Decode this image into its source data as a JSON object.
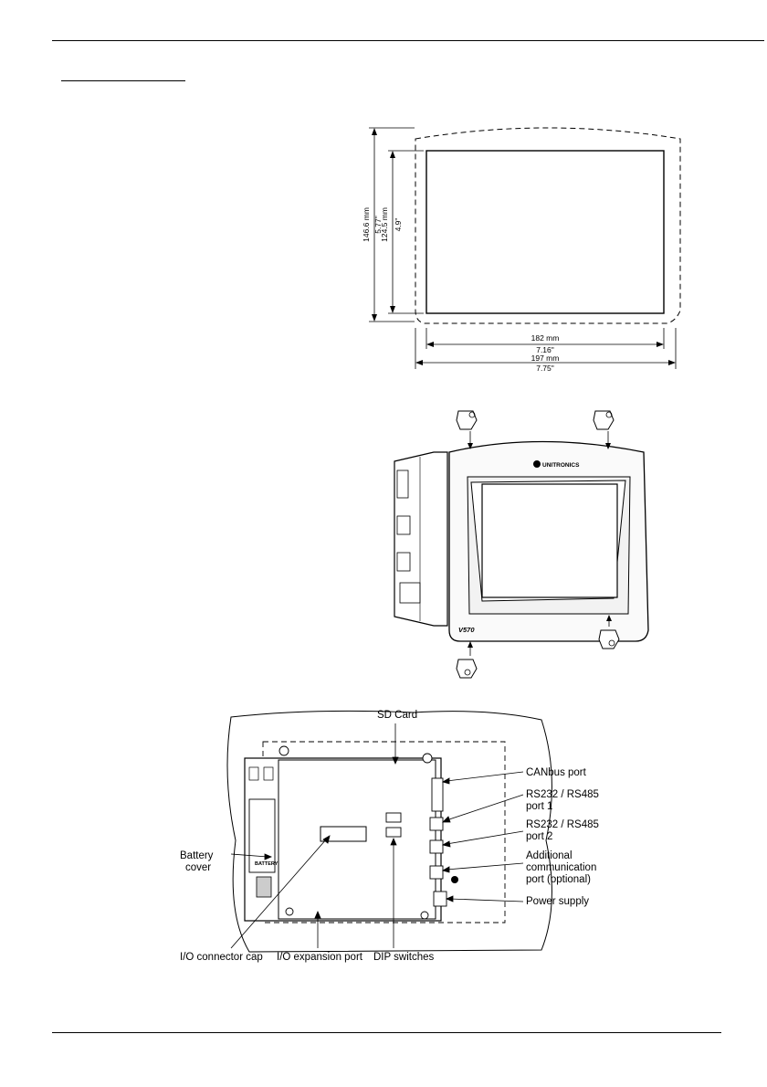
{
  "figure_dimensions": {
    "height_outer_mm": "146.6 mm",
    "height_outer_in": "5.77\"",
    "height_inner_mm": "124.5 mm",
    "height_inner_in": "4.9\"",
    "width_inner_mm": "182 mm",
    "width_inner_in": "7.16\"",
    "width_outer_mm": "197 mm",
    "width_outer_in": "7.75\""
  },
  "figure_mounting": {
    "brand": "UNITRONICS",
    "model": "V570"
  },
  "figure_rear": {
    "labels": {
      "sd_card": "SD Card",
      "canbus_port": "CANbus port",
      "rs_port1_line1": "RS232 / RS485",
      "rs_port1_line2": "port 1",
      "rs_port2_line1": "RS232 / RS485",
      "rs_port2_line2": "port 2",
      "additional_line1": "Additional",
      "additional_line2": "communication",
      "additional_line3": "port (optional)",
      "power_supply": "Power supply",
      "battery_line1": "Battery",
      "battery_line2": "cover",
      "battery_sticker": "BATTERY",
      "io_connector_cap": "I/O connector cap",
      "io_expansion_port": "I/O expansion port",
      "dip_switches": "DIP switches"
    }
  }
}
